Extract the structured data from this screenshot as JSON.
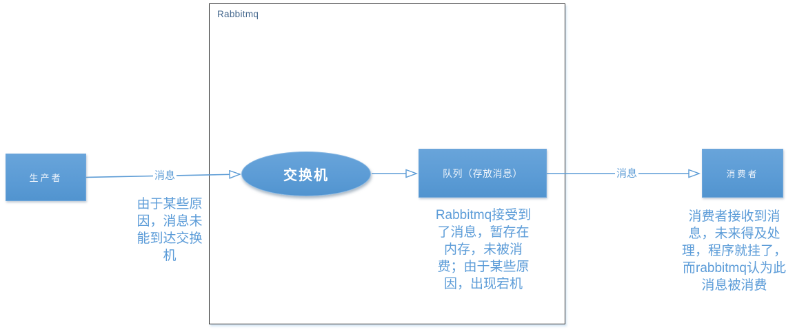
{
  "diagram": {
    "type": "flow-diagram",
    "container": {
      "title": "Rabbitmq"
    },
    "nodes": {
      "producer": {
        "label": "生产者",
        "shape": "rectangle"
      },
      "exchange": {
        "label": "交换机",
        "shape": "ellipse"
      },
      "queue": {
        "label": "队列（存放消息）",
        "shape": "rectangle"
      },
      "consumer": {
        "label": "消费者",
        "shape": "rectangle"
      }
    },
    "edges": {
      "producer_to_exchange": {
        "label": "消息"
      },
      "exchange_to_queue": {
        "label": ""
      },
      "queue_to_consumer": {
        "label": "消息"
      }
    },
    "annotations": {
      "producer": "由于某些原\n因，消息未\n能到达交换\n机",
      "queue": "Rabbitmq接受到\n了消息，暂存在\n内存，未被消\n费；由于某些原\n因，出现宕机",
      "consumer": "消费者接收到消\n息，未来得及处\n理，程序就挂了，\n而rabbitmq认为此\n消息被消费"
    },
    "colors": {
      "node_fill": "#5b9bd5",
      "edge_line": "#5b9bd5",
      "annotation_text": "#5c9cd8",
      "container_title_text": "#44678D",
      "container_border": "#2d2d2d",
      "node_text": "#ffffff"
    }
  }
}
